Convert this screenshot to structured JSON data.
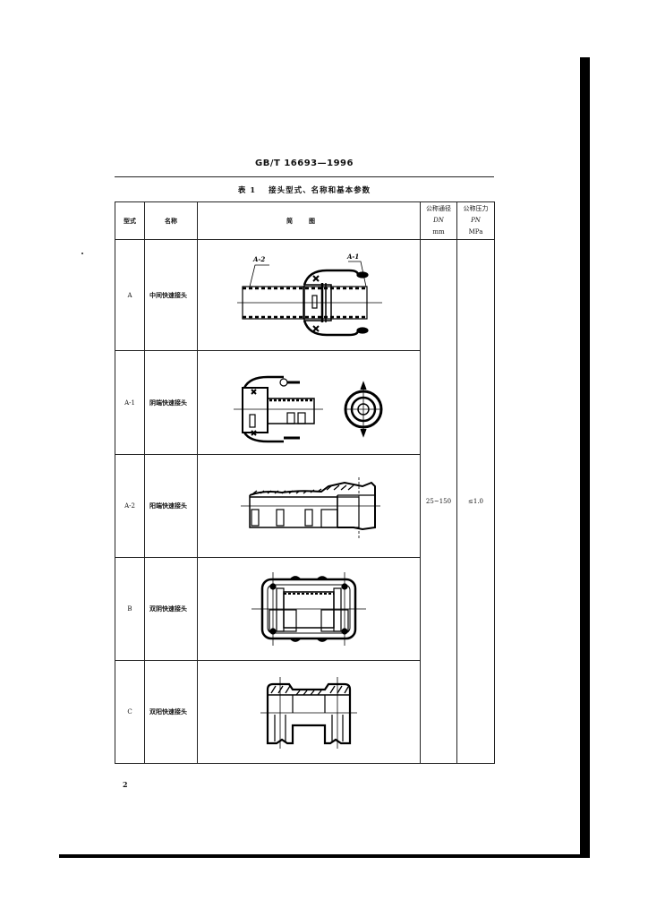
{
  "page": {
    "header": "GB/T 16693—1996",
    "page_number": "2"
  },
  "table": {
    "caption_number": "表 1",
    "caption_title": "接头型式、名称和基本参数",
    "headers": {
      "type": "型式",
      "name": "名称",
      "drawing": "简图",
      "nominal_diameter": {
        "label": "公称通径",
        "symbol": "DN",
        "unit": "mm"
      },
      "nominal_pressure": {
        "label": "公称压力",
        "symbol": "PN",
        "unit": "MPa"
      }
    },
    "rows": [
      {
        "type": "A",
        "name": "中间快速接头",
        "drawing": "intermediate-quick-coupling",
        "callouts": [
          "A-2",
          "A-1"
        ]
      },
      {
        "type": "A-1",
        "name": "阴端快速接头",
        "drawing": "female-end-quick-coupling"
      },
      {
        "type": "A-2",
        "name": "阳端快速接头",
        "drawing": "male-end-quick-coupling"
      },
      {
        "type": "B",
        "name": "双阴快速接头",
        "drawing": "double-female-quick-coupling"
      },
      {
        "type": "C",
        "name": "双阳快速接头",
        "drawing": "double-male-quick-coupling"
      }
    ],
    "merged_values": {
      "nominal_diameter": "25~150",
      "nominal_pressure": "≤1.0"
    }
  }
}
